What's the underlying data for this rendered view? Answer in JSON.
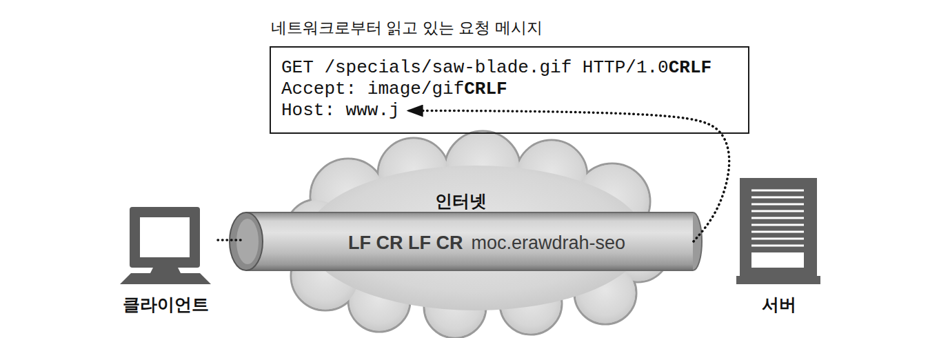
{
  "diagram": {
    "nodes": [
      {
        "text": [
          "네트워크로부터 읽고 있는 요청 메시지",
          "GET /specials/saw-blade.gif HTTP/1.0",
          "CRLF",
          "Accept: image/gif",
          "CRLF",
          "Host: www.j"
        ]
      },
      {
        "text": [
          "인터넷",
          "LF CR LF CR",
          "moc.erawdrah-seo"
        ]
      },
      {
        "text": [
          "클라이언트"
        ]
      },
      {
        "text": [
          "서버"
        ]
      }
    ],
    "edges": [
      {
        "from": 2,
        "to": 1,
        "arrow": "none"
      },
      {
        "from": 1,
        "to": 0,
        "arrow": "to"
      }
    ]
  }
}
